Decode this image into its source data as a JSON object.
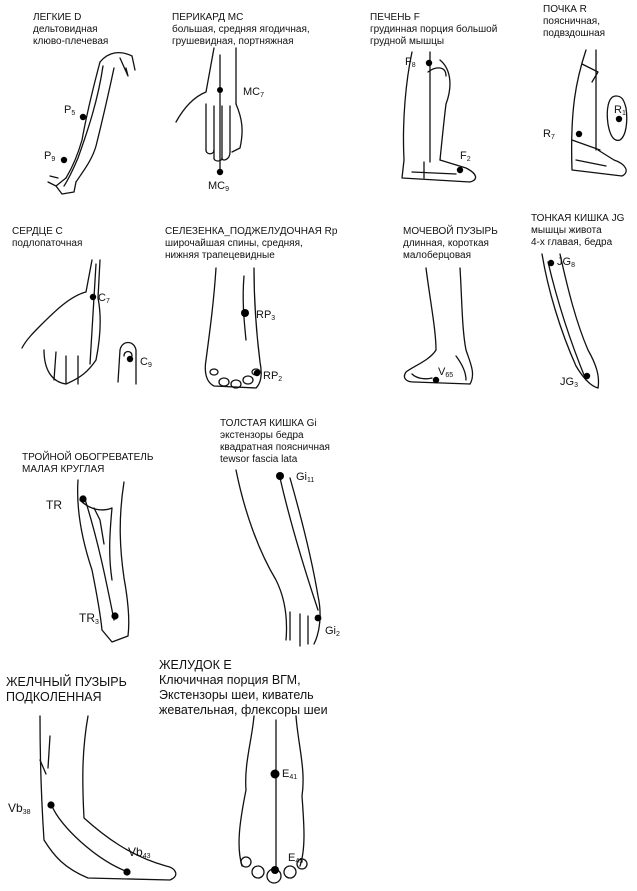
{
  "meridians": [
    {
      "title": "ЛЕГКИЕ D",
      "muscles": [
        "дельтовидная",
        "клюво-плечевая"
      ],
      "points": [
        {
          "code": "P",
          "num": "5"
        },
        {
          "code": "P",
          "num": "9"
        }
      ]
    },
    {
      "title": "ПЕРИКАРД MC",
      "muscles": [
        "большая, средняя ягодичная,",
        "грушевидная, портняжная"
      ],
      "points": [
        {
          "code": "MC",
          "num": "7"
        },
        {
          "code": "MC",
          "num": "9"
        }
      ]
    },
    {
      "title": "ПЕЧЕНЬ F",
      "muscles": [
        "грудинная порция большой",
        "грудной мышцы"
      ],
      "points": [
        {
          "code": "F",
          "num": "8"
        },
        {
          "code": "F",
          "num": "2"
        }
      ]
    },
    {
      "title": "ПОЧКА R",
      "muscles": [
        "поясничная,",
        "подвздошная"
      ],
      "points": [
        {
          "code": "R",
          "num": "1"
        },
        {
          "code": "R",
          "num": "7"
        }
      ]
    },
    {
      "title": "СЕРДЦЕ C",
      "muscles": [
        "подлопаточная"
      ],
      "points": [
        {
          "code": "C",
          "num": "7"
        },
        {
          "code": "C",
          "num": "9"
        }
      ]
    },
    {
      "title": "СЕЛЕЗЕНКА_ПОДЖЕЛУДОЧНАЯ Rp",
      "muscles": [
        "широчайшая спины, средняя,",
        "нижняя трапецевидные"
      ],
      "points": [
        {
          "code": "RP",
          "num": "3"
        },
        {
          "code": "RP",
          "num": "2"
        }
      ]
    },
    {
      "title": "МОЧЕВОЙ ПУЗЫРЬ",
      "muscles": [
        "длинная, короткая",
        "малоберцовая"
      ],
      "points": [
        {
          "code": "V",
          "num": "65"
        }
      ]
    },
    {
      "title": "ТОНКАЯ КИШКА JG",
      "muscles": [
        "мышцы живота",
        "4-х главая, бедра"
      ],
      "points": [
        {
          "code": "JG",
          "num": "8"
        },
        {
          "code": "JG",
          "num": "3"
        }
      ]
    },
    {
      "title": "ТРОЙНОЙ ОБОГРЕВАТЕЛЬ",
      "muscles": [
        "МАЛАЯ КРУГЛАЯ"
      ],
      "points": [
        {
          "code": "TR",
          "num": ""
        },
        {
          "code": "TR",
          "num": "3"
        }
      ]
    },
    {
      "title": "ТОЛСТАЯ КИШКА Gi",
      "muscles": [
        "экстензоры бедра",
        "квадратная поясничная",
        "tewsor fascia lata"
      ],
      "points": [
        {
          "code": "Gi",
          "num": "11"
        },
        {
          "code": "Gi",
          "num": "2"
        }
      ]
    },
    {
      "title": "ЖЕЛЧНЫЙ ПУЗЫРЬ",
      "muscles": [
        "ПОДКОЛЕННАЯ"
      ],
      "points": [
        {
          "code": "Vb",
          "num": "38"
        },
        {
          "code": "Vb",
          "num": "43"
        }
      ]
    },
    {
      "title": "ЖЕЛУДОК E",
      "muscles": [
        "Ключичная порция ВГМ,",
        "Экстензоры шеи, киватель",
        "жевательная, флексоры шеи"
      ],
      "points": [
        {
          "code": "E",
          "num": "41"
        },
        {
          "code": "E",
          "num": "45"
        }
      ]
    }
  ]
}
